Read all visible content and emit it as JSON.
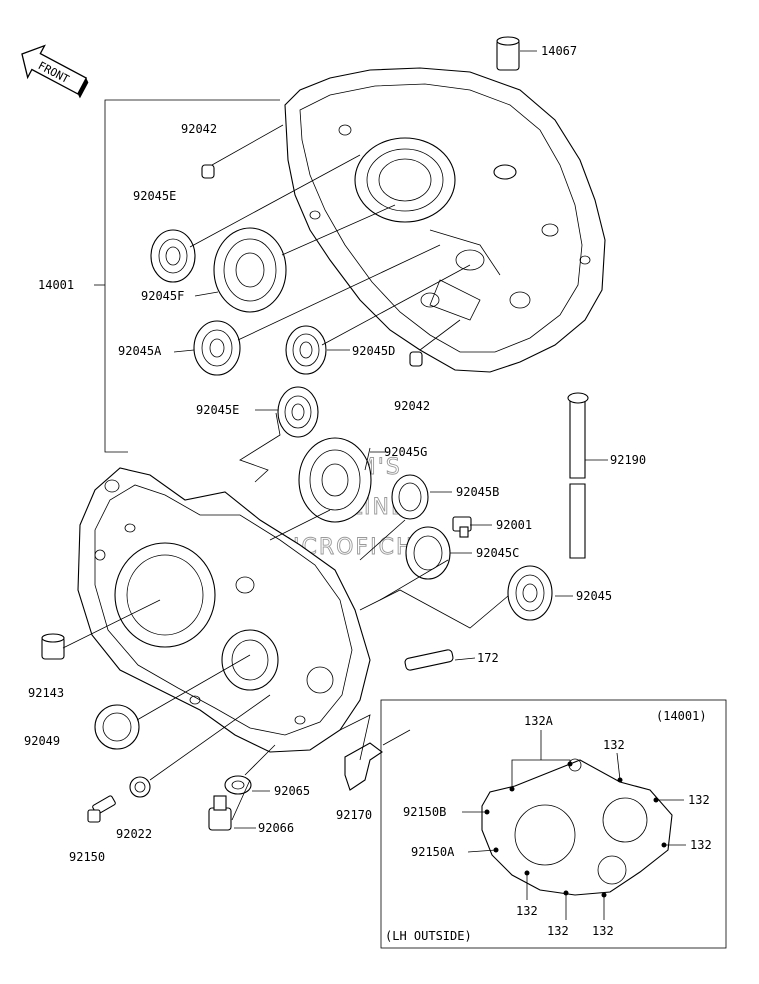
{
  "front_arrow": {
    "label": "FRONT"
  },
  "watermark": {
    "line1": "HLSM'S",
    "line2": "ONLINE",
    "line3": "MICROFICHE"
  },
  "inset": {
    "ref": "(14001)",
    "caption": "(LH OUTSIDE)"
  },
  "labels": {
    "p14067": "14067",
    "p92042_top": "92042",
    "p92045E_top": "92045E",
    "p14001": "14001",
    "p92045F": "92045F",
    "p92045A": "92045A",
    "p92045D": "92045D",
    "p92042_bot": "92042",
    "p92045E_mid": "92045E",
    "p92045G": "92045G",
    "p92190": "92190",
    "p92045B": "92045B",
    "p92001": "92001",
    "p92045C": "92045C",
    "p92045": "92045",
    "p92143": "92143",
    "p172": "172",
    "p92049": "92049",
    "p92065": "92065",
    "p92170": "92170",
    "p92022": "92022",
    "p92066": "92066",
    "p92150": "92150",
    "p132A": "132A",
    "p132_1": "132",
    "p132_2": "132",
    "p132_3": "132",
    "p132_4": "132",
    "p132_5": "132",
    "p132_6": "132",
    "p92150B": "92150B",
    "p92150A": "92150A"
  },
  "icons": [
    "front-arrow-icon",
    "bearing-icon",
    "oil-seal-icon",
    "dowel-pin-icon",
    "stud-bolt-icon",
    "bracket-icon",
    "breather-hose-icon",
    "drain-plug-icon"
  ]
}
